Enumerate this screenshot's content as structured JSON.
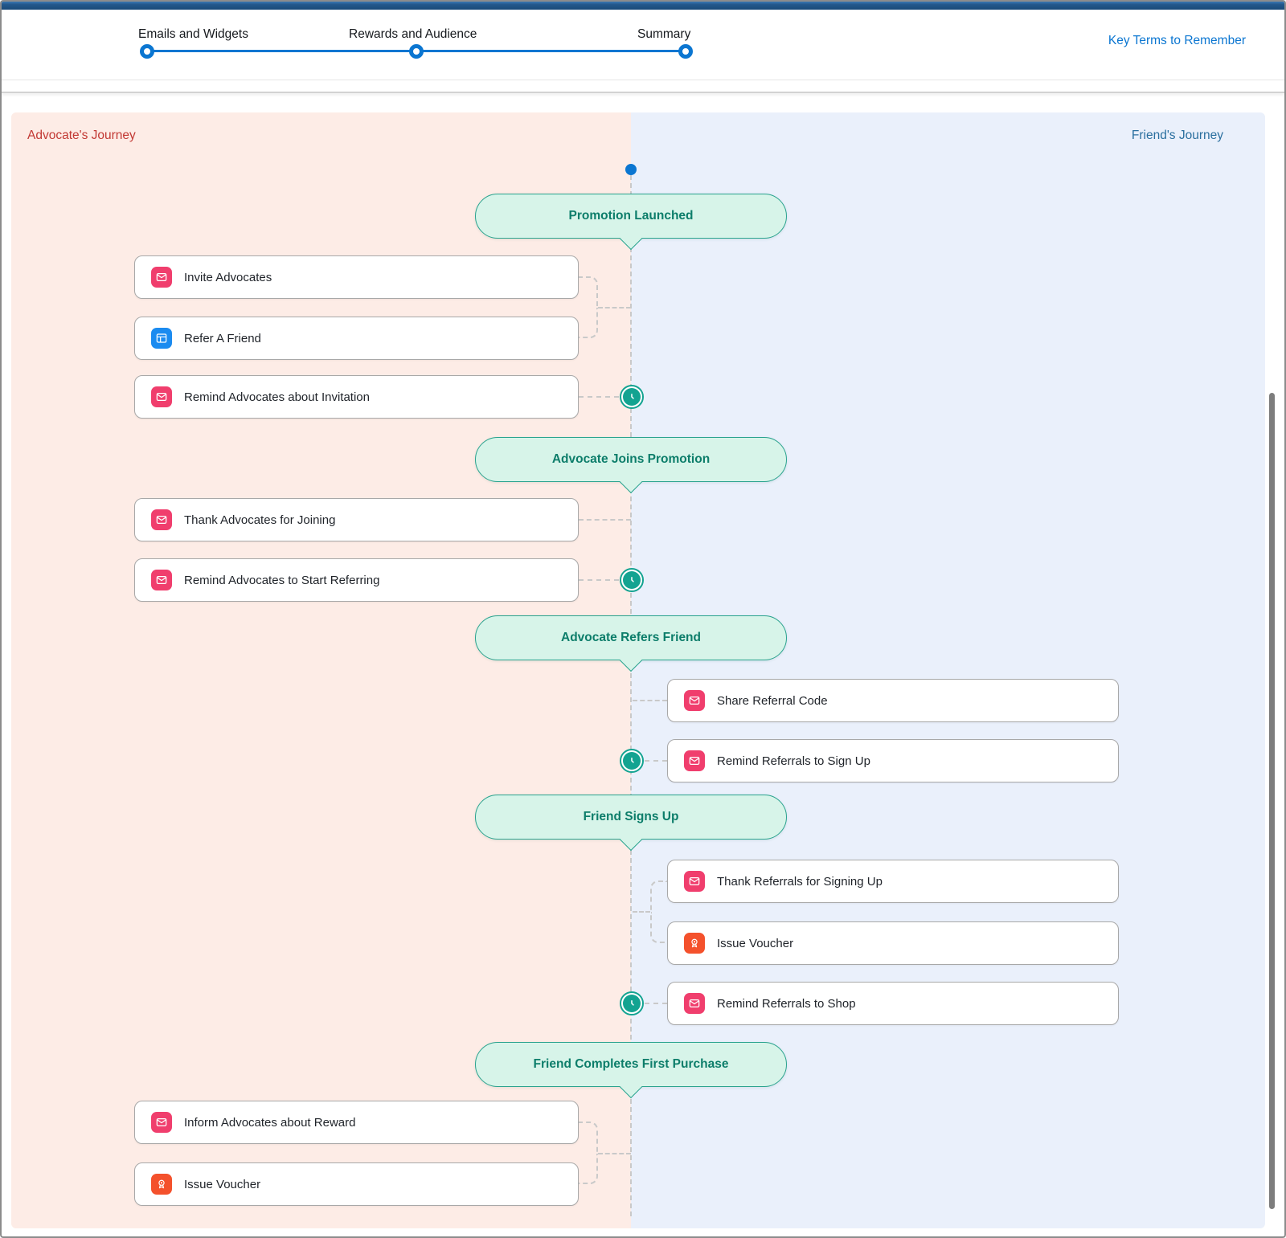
{
  "stepper": {
    "steps": [
      {
        "label": "Emails and Widgets"
      },
      {
        "label": "Rewards and Audience"
      },
      {
        "label": "Summary"
      }
    ]
  },
  "header": {
    "key_terms_link": "Key Terms to Remember"
  },
  "journey": {
    "advocate_label": "Advocate's Journey",
    "friend_label": "Friend's Journey",
    "milestones": [
      {
        "label": "Promotion Launched"
      },
      {
        "label": "Advocate Joins Promotion"
      },
      {
        "label": "Advocate Refers Friend"
      },
      {
        "label": "Friend Signs Up"
      },
      {
        "label": "Friend Completes First Purchase"
      }
    ],
    "advocate_cards": [
      {
        "label": "Invite Advocates",
        "icon": "email-icon"
      },
      {
        "label": "Refer A Friend",
        "icon": "widget-icon"
      },
      {
        "label": "Remind Advocates about Invitation",
        "icon": "email-icon",
        "timer": true
      },
      {
        "label": "Thank Advocates for Joining",
        "icon": "email-icon"
      },
      {
        "label": "Remind Advocates to Start Referring",
        "icon": "email-icon",
        "timer": true
      },
      {
        "label": "Inform Advocates about Reward",
        "icon": "email-icon"
      },
      {
        "label": "Issue Voucher",
        "icon": "voucher-icon"
      }
    ],
    "friend_cards": [
      {
        "label": "Share Referral Code",
        "icon": "email-icon"
      },
      {
        "label": "Remind Referrals to Sign Up",
        "icon": "email-icon",
        "timer": true
      },
      {
        "label": "Thank Referrals for Signing Up",
        "icon": "email-icon"
      },
      {
        "label": "Issue Voucher",
        "icon": "voucher-icon"
      },
      {
        "label": "Remind Referrals to Shop",
        "icon": "email-icon",
        "timer": true
      }
    ]
  },
  "colors": {
    "stepper_accent": "#0b76d1",
    "advocate_text": "#c23934",
    "friend_text": "#2a6f9f",
    "advocate_bg": "#fdece6",
    "friend_bg": "#eaf0fb",
    "milestone_bg": "#d7f4e9",
    "milestone_border": "#2aa38e",
    "milestone_text": "#0c7d6a",
    "email_icon_bg": "#f03e6d",
    "widget_icon_bg": "#1b8bf0",
    "voucher_icon_bg": "#f4512c",
    "timer_icon": "#13a391"
  }
}
